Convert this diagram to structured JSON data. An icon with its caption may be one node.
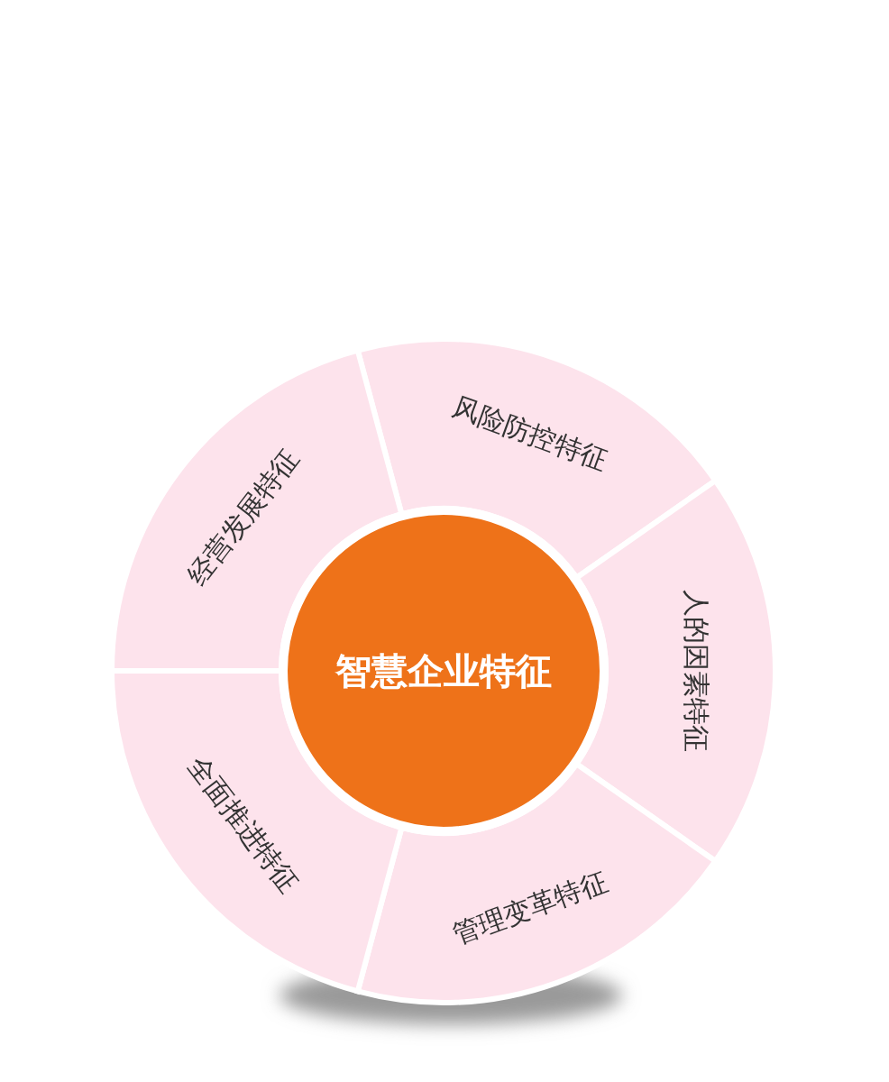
{
  "diagram": {
    "nodes": [
      {
        "text": [
          "智慧企业特征"
        ]
      },
      {
        "text": [
          "风险防控特征"
        ]
      },
      {
        "text": [
          "人的因素特征"
        ]
      },
      {
        "text": [
          "管理变革特征"
        ]
      },
      {
        "text": [
          "全面推进特征"
        ]
      },
      {
        "text": [
          "经营发展特征"
        ]
      }
    ]
  }
}
